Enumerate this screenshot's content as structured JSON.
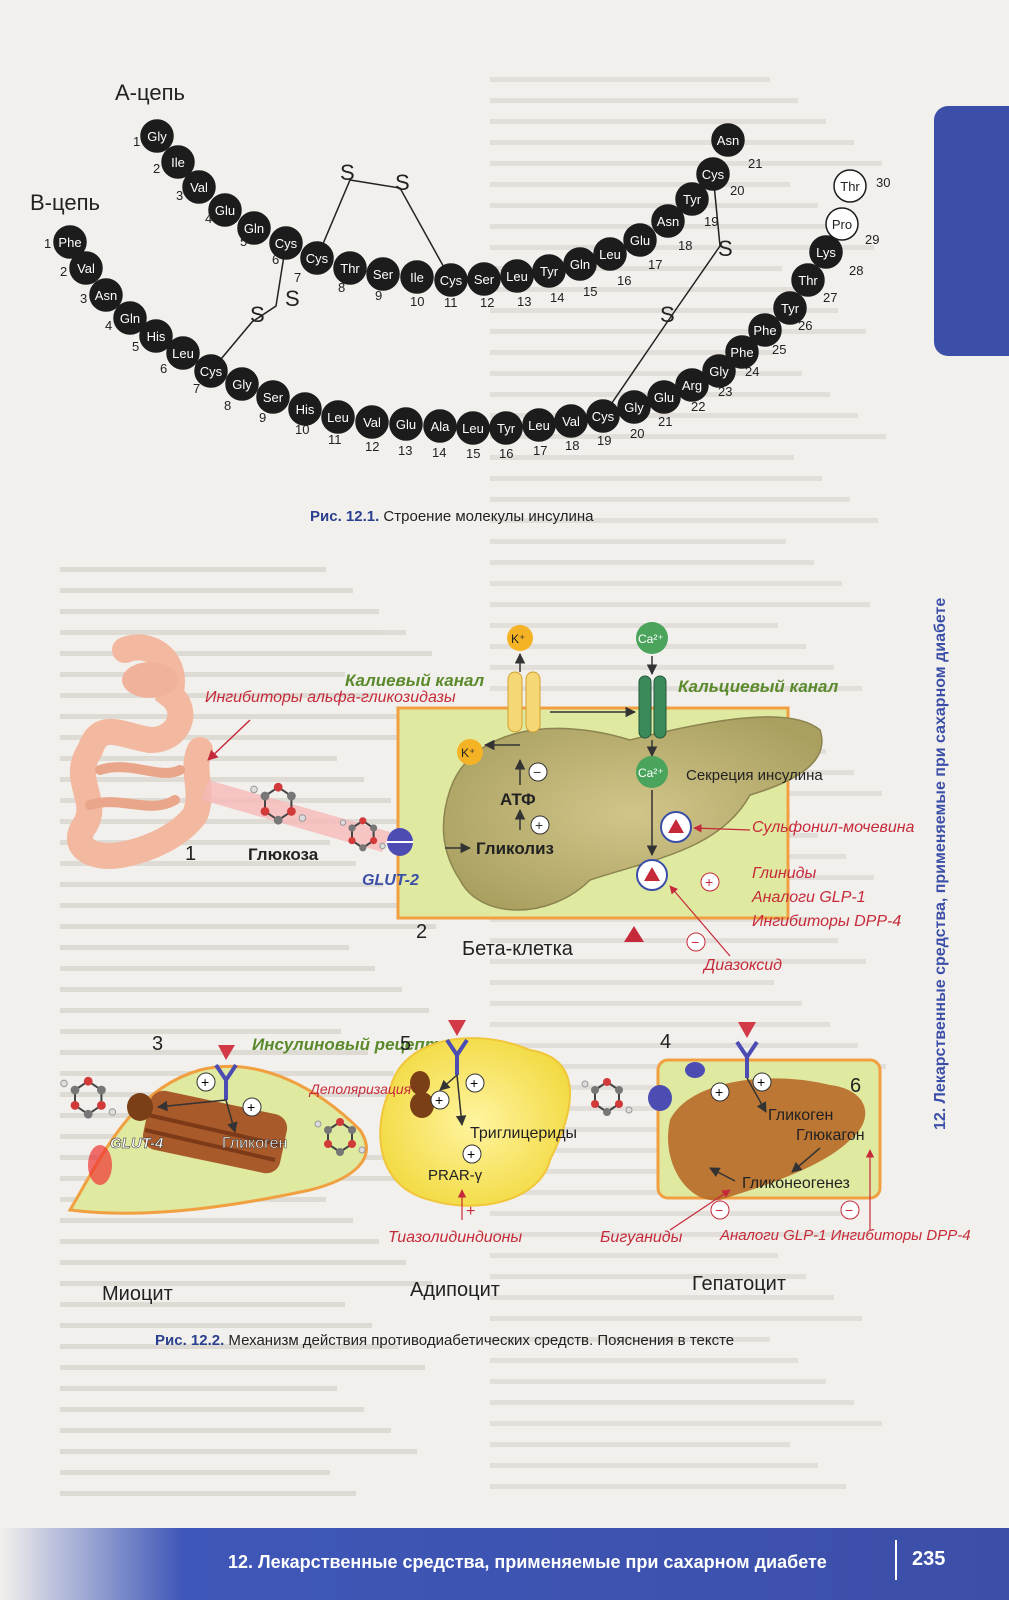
{
  "figure1": {
    "caption_num": "Рис. 12.1.",
    "caption_text": " Строение молекулы инсулина",
    "a_chain_label": "А-цепь",
    "b_chain_label": "В-цепь",
    "a_chain": [
      "Gly",
      "Ile",
      "Val",
      "Glu",
      "Gln",
      "Cys",
      "Cys",
      "Thr",
      "Ser",
      "Ile",
      "Cys",
      "Ser",
      "Leu",
      "Tyr",
      "Gln",
      "Leu",
      "Glu",
      "Asn",
      "Tyr",
      "Cys",
      "Asn"
    ],
    "b_chain": [
      "Phe",
      "Val",
      "Asn",
      "Gln",
      "His",
      "Leu",
      "Cys",
      "Gly",
      "Ser",
      "His",
      "Leu",
      "Val",
      "Glu",
      "Ala",
      "Leu",
      "Tyr",
      "Leu",
      "Val",
      "Cys",
      "Gly",
      "Glu",
      "Arg",
      "Gly",
      "Phe",
      "Phe",
      "Tyr",
      "Thr",
      "Lys",
      "Pro",
      "Thr"
    ],
    "b_chain_highlighted": [
      28,
      29
    ],
    "disulfide_label": "S",
    "a_numbers": [
      "1",
      "2",
      "3",
      "4",
      "5",
      "6",
      "7",
      "8",
      "9",
      "10",
      "11",
      "12",
      "13",
      "14",
      "15",
      "16",
      "17",
      "18",
      "19",
      "20",
      "21"
    ],
    "b_numbers": [
      "1",
      "2",
      "3",
      "4",
      "5",
      "6",
      "7",
      "8",
      "9",
      "10",
      "11",
      "12",
      "13",
      "14",
      "15",
      "16",
      "17",
      "18",
      "19",
      "20",
      "21",
      "22",
      "23",
      "24",
      "25",
      "26",
      "27",
      "28",
      "29",
      "30"
    ]
  },
  "figure2": {
    "caption_num": "Рис. 12.2.",
    "caption_text": " Механизм действия противодиабетических средств. Пояснения в тексте",
    "labels": {
      "alpha_gluc_inhib": "Ингибиторы альфа-гликозидазы",
      "k_channel": "Калиевый канал",
      "ca_channel": "Кальциевый канал",
      "k_ion": "K⁺",
      "ca_ion": "Ca²⁺",
      "atp": "АТФ",
      "glycolysis": "Гликолиз",
      "glucose": "Глюкоза",
      "glut2": "GLUT-2",
      "secretion": "Секреция инсулина",
      "num1": "1",
      "num2": "2",
      "num3": "3",
      "num4": "4",
      "num5": "5",
      "num6": "6",
      "beta_cell": "Бета-клетка",
      "sulfonyl": "Сульфонил-мочевина",
      "glinides": "Глиниды",
      "glp1_analogs": "Аналоги GLP-1",
      "dpp4_inhib": "Ингибиторы DPP-4",
      "diazoxide": "Диазоксид",
      "insulin_receptor": "Инсулиновый рецептор",
      "glut4": "GLUT-4",
      "glycogen": "Гликоген",
      "depolarization": "Деполяризация",
      "triglycerides": "Триглицериды",
      "prar": "PRAR-γ",
      "thiazolidinediones": "Тиазолидиндионы",
      "glucagon": "Глюкагон",
      "gluconeogenesis": "Гликонеогенез",
      "biguanides": "Бигуаниды",
      "glp1_dpp4": "Аналоги GLP-1 Ингибиторы DPP-4",
      "myocyte": "Миоцит",
      "adipocyte": "Адипоцит",
      "hepatocyte": "Гепатоцит",
      "plus": "+",
      "minus": "−"
    }
  },
  "side_tab": {
    "text": "12. Лекарственные средства, применяемые при сахарном диабете"
  },
  "footer": {
    "title": "12. Лекарственные средства, применяемые при сахарном диабете",
    "page": "235"
  },
  "colors": {
    "accent": "#3c4fa8",
    "red_label": "#c62a3a",
    "green_label": "#5a8a2c",
    "cell_green": "#dfe9a0",
    "cell_border": "#f0a040"
  }
}
